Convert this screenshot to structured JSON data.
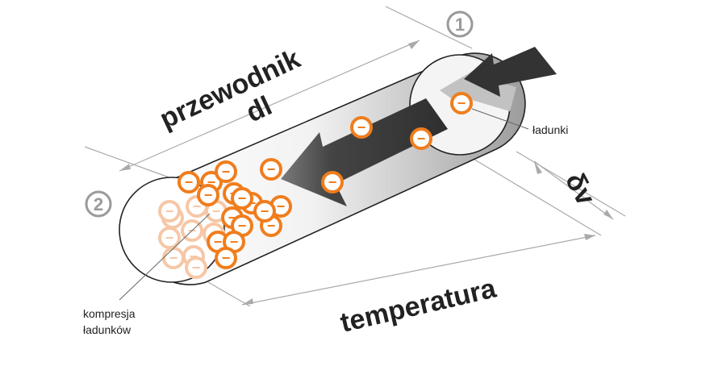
{
  "labels": {
    "conductor": "przewodnik",
    "length": "dl",
    "charges": "ładunki",
    "compression_line1": "kompresja",
    "compression_line2": "ładunków",
    "temperature": "temperatura",
    "voltage": "δv",
    "end1": "1",
    "end2": "2"
  },
  "charge_symbol": "−",
  "colors": {
    "charge": "#f07d1c",
    "charge_faded": "#f6c7a6",
    "arrow_dark": "#333333",
    "arrow_light": "#bbbbbb",
    "outline": "#222222",
    "dim_line": "#aaaaaa",
    "marker": "#9a9a9a"
  },
  "charges": {
    "free_count": 7,
    "compressed_count": 13,
    "faded_count": 10
  }
}
